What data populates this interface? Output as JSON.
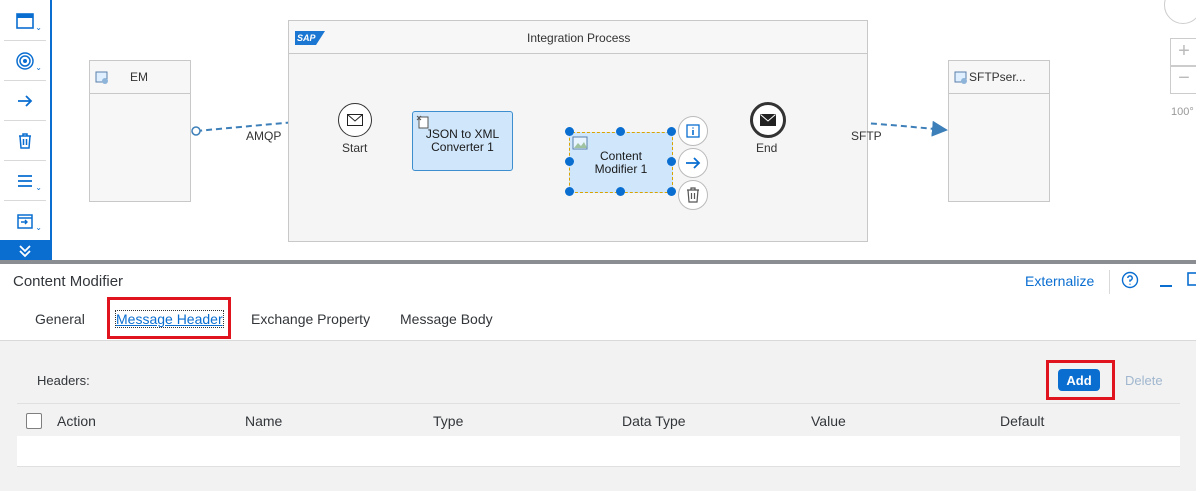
{
  "canvas": {
    "pools": {
      "sender": {
        "label": "EM"
      },
      "integration": {
        "label": "Integration Process",
        "logo": "SAP"
      },
      "receiver": {
        "label": "SFTPser..."
      }
    },
    "events": {
      "start": "Start",
      "end": "End"
    },
    "steps": {
      "json_to_xml": "JSON to XML Converter 1",
      "content_modifier": "Content Modifier 1"
    },
    "connections": {
      "amqp": "AMQP",
      "sftp": "SFTP"
    },
    "zoom": "100°"
  },
  "panel": {
    "title": "Content Modifier",
    "externalize": "Externalize",
    "tabs": [
      "General",
      "Message Header",
      "Exchange Property",
      "Message Body"
    ],
    "active_tab": "Message Header",
    "headers_label": "Headers:",
    "add_label": "Add",
    "delete_label": "Delete",
    "columns": [
      "Action",
      "Name",
      "Type",
      "Data Type",
      "Value",
      "Default"
    ]
  },
  "colors": {
    "accent": "#0a6ed1",
    "highlight": "#e0141e",
    "step_fill": "#cfe6fb"
  }
}
